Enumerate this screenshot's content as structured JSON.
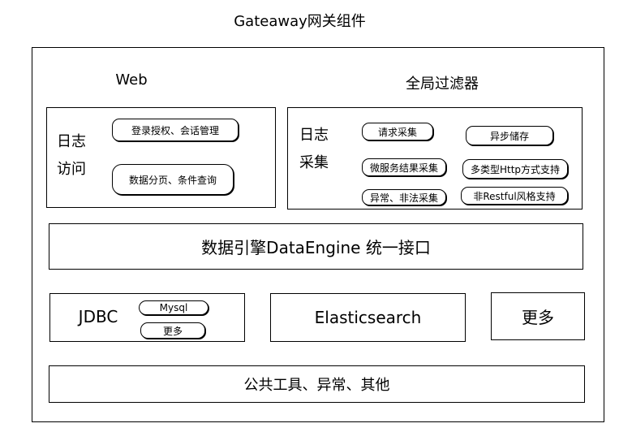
{
  "title": "Gateaway网关组件",
  "web": {
    "heading": "Web",
    "log_access": [
      "日志",
      "访问"
    ],
    "items": [
      "登录授权、会话管理",
      "数据分页、条件查询"
    ]
  },
  "filters": {
    "heading": "全局过滤器",
    "log_collect": [
      "日志",
      "采集"
    ],
    "items": [
      "请求采集",
      "异步储存",
      "微服务结果采集",
      "多类型Http方式支持",
      "异常、非法采集",
      "非Restful风格支持"
    ]
  },
  "engine": {
    "label": "数据引擎DataEngine 统一接口"
  },
  "storage": {
    "jdbc": {
      "label": "JDBC",
      "items": [
        "Mysql",
        "更多"
      ]
    },
    "elasticsearch": "Elasticsearch",
    "more": "更多"
  },
  "common": {
    "label": "公共工具、异常、其他"
  }
}
